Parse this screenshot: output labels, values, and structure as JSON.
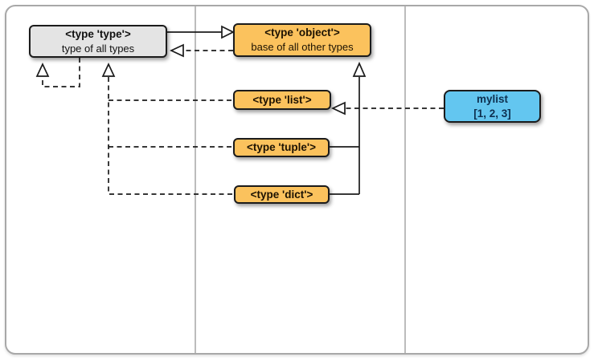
{
  "diagram": {
    "description": "Python type relationships diagram",
    "colors": {
      "background": "#ffffff",
      "frame_border": "#a8a8a8",
      "divider": "#bcbcbc",
      "line": "#1b1b1b",
      "node_gray_fill": "#e4e4e4",
      "node_orange_fill": "#fbc25d",
      "node_blue_fill": "#63c6f0",
      "node_blue_text": "#0e3050"
    },
    "nodes": {
      "type_type": {
        "title": "<type 'type'>",
        "subtitle": "type of all types"
      },
      "type_object": {
        "title": "<type 'object'>",
        "subtitle": "base of all other types"
      },
      "type_list": {
        "title": "<type 'list'>"
      },
      "type_tuple": {
        "title": "<type 'tuple'>"
      },
      "type_dict": {
        "title": "<type 'dict'>"
      },
      "mylist": {
        "title": "mylist",
        "subtitle": "[1, 2, 3]"
      }
    },
    "edges": [
      {
        "from": "type_type",
        "to": "type_object",
        "relation": "inherits-from",
        "style": "solid-hollow-arrow"
      },
      {
        "from": "type_object",
        "to": "type_type",
        "relation": "instance-of",
        "style": "dashed-hollow-arrow"
      },
      {
        "from": "type_type",
        "to": "type_type",
        "relation": "instance-of",
        "style": "dashed-hollow-arrow-self-loop"
      },
      {
        "from": "type_list",
        "to": "type_type",
        "relation": "instance-of",
        "style": "dashed-hollow-arrow"
      },
      {
        "from": "type_tuple",
        "to": "type_type",
        "relation": "instance-of",
        "style": "dashed-hollow-arrow"
      },
      {
        "from": "type_dict",
        "to": "type_type",
        "relation": "instance-of",
        "style": "dashed-hollow-arrow"
      },
      {
        "from": "type_list",
        "to": "type_object",
        "relation": "inherits-from",
        "style": "solid-hollow-arrow"
      },
      {
        "from": "type_tuple",
        "to": "type_object",
        "relation": "inherits-from",
        "style": "solid-hollow-arrow"
      },
      {
        "from": "type_dict",
        "to": "type_object",
        "relation": "inherits-from",
        "style": "solid-hollow-arrow"
      },
      {
        "from": "mylist",
        "to": "type_list",
        "relation": "instance-of",
        "style": "dashed-hollow-arrow"
      }
    ]
  }
}
